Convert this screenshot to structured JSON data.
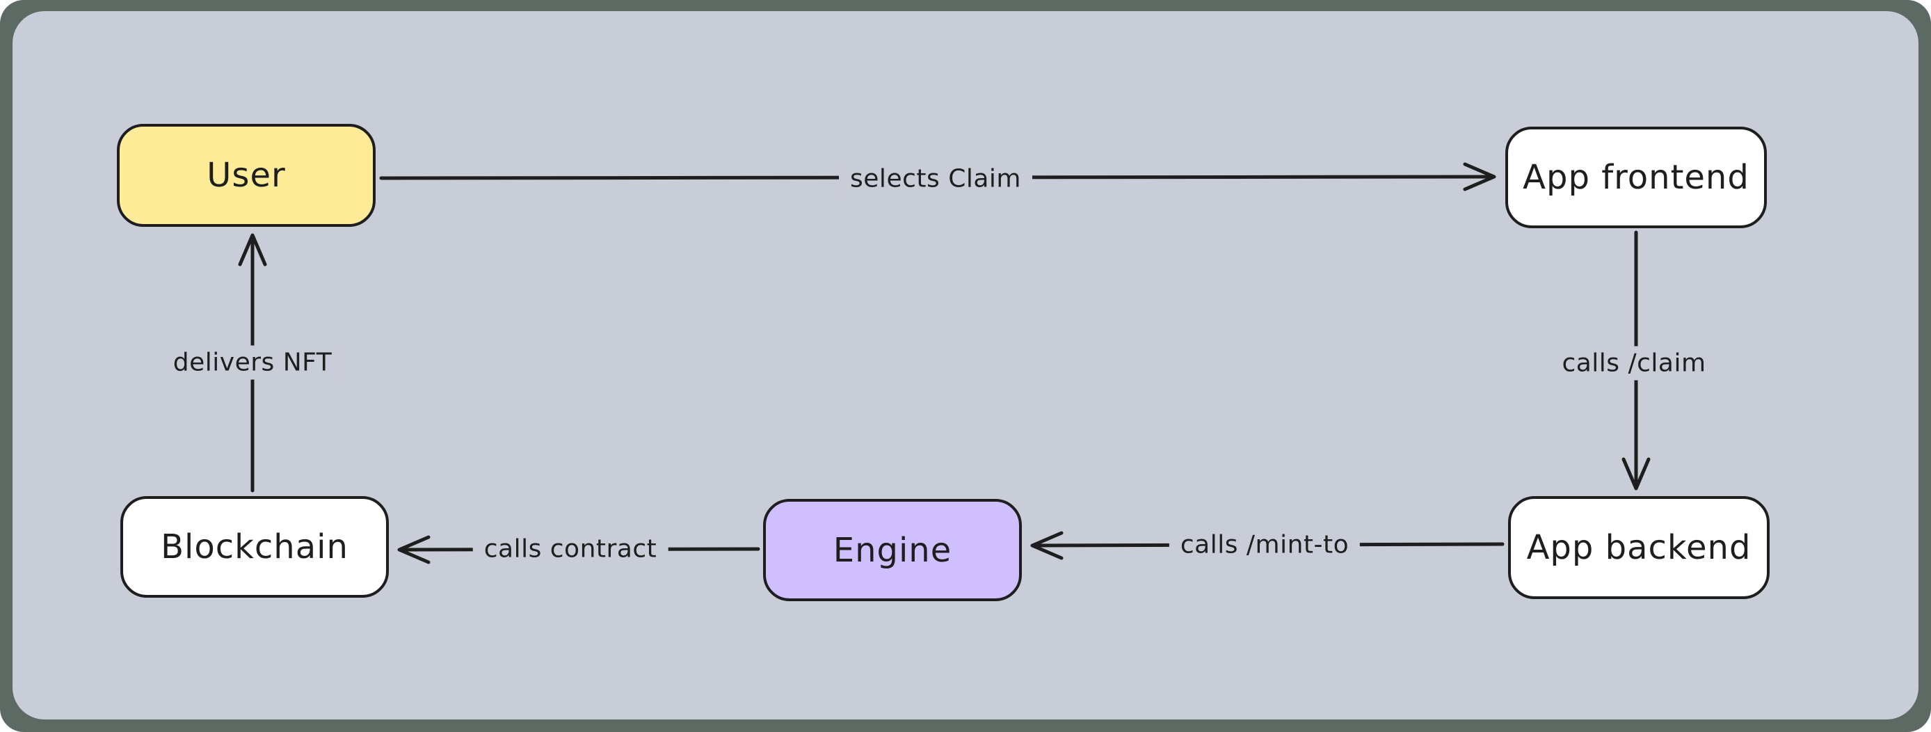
{
  "diagram": {
    "colors": {
      "outer_bg": "#5d6a63",
      "canvas_bg": "#c9cdd8",
      "stroke": "#1e1e1e",
      "node_user_fill": "#ffec99",
      "node_engine_fill": "#d0bfff",
      "node_default_fill": "#ffffff"
    },
    "nodes": {
      "user": {
        "label": "User",
        "fill": "#ffec99"
      },
      "app_frontend": {
        "label": "App frontend",
        "fill": "#ffffff"
      },
      "app_backend": {
        "label": "App backend",
        "fill": "#ffffff"
      },
      "engine": {
        "label": "Engine",
        "fill": "#d0bfff"
      },
      "blockchain": {
        "label": "Blockchain",
        "fill": "#ffffff"
      }
    },
    "edges": {
      "user_to_frontend": {
        "from": "User",
        "to": "App frontend",
        "label": "selects Claim"
      },
      "frontend_to_backend": {
        "from": "App frontend",
        "to": "App backend",
        "label": "calls /claim"
      },
      "backend_to_engine": {
        "from": "App backend",
        "to": "Engine",
        "label": "calls /mint-to"
      },
      "engine_to_blockchain": {
        "from": "Engine",
        "to": "Blockchain",
        "label": "calls contract"
      },
      "blockchain_to_user": {
        "from": "Blockchain",
        "to": "User",
        "label": "delivers NFT"
      }
    }
  }
}
